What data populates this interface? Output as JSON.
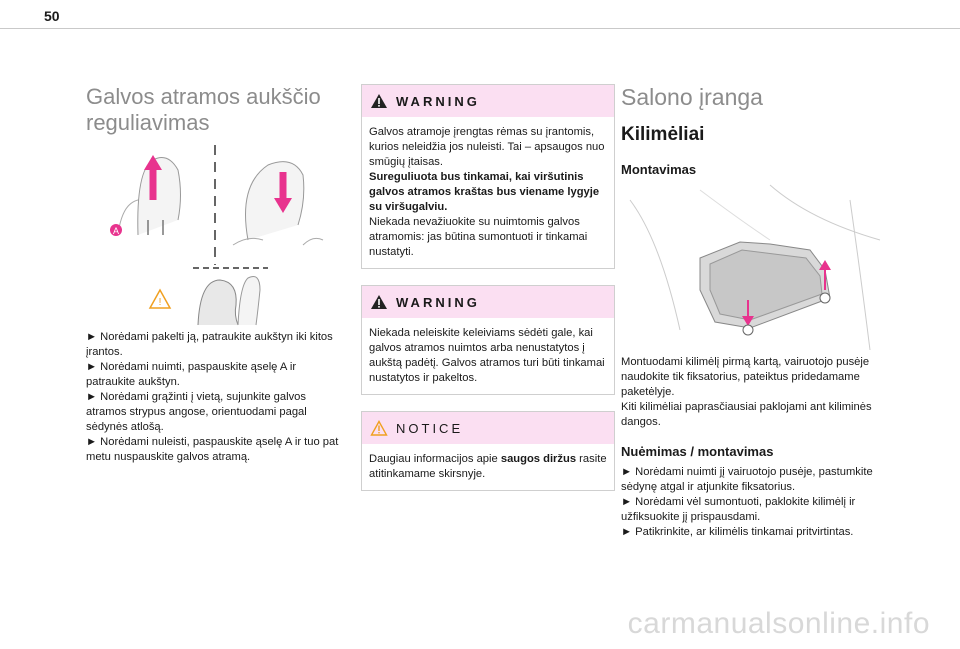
{
  "page_number": "50",
  "col1": {
    "title_line1": "Galvos atramos aukščio",
    "title_line2": "reguliavimas",
    "callout_label": "A",
    "instructions": [
      "► Norėdami pakelti ją, patraukite aukštyn iki kitos įrantos.",
      "► Norėdami nuimti, paspauskite ąselę A ir patraukite aukštyn.",
      "► Norėdami grąžinti į vietą, sujunkite galvos atramos strypus angose, orientuodami pagal sėdynės atlošą.",
      "► Norėdami nuleisti, paspauskite ąselę A ir tuo pat metu nuspauskite galvos atramą."
    ]
  },
  "col2": {
    "warning1": {
      "label": "WARNING",
      "text1": "Galvos atramoje įrengtas rėmas su įrantomis, kurios neleidžia jos nuleisti. Tai – apsaugos nuo smūgių įtaisas.",
      "text2_bold": "Sureguliuota bus tinkamai, kai viršutinis galvos atramos kraštas bus viename lygyje su viršugalviu.",
      "text3": "Niekada nevažiuokite su nuimtomis galvos atramomis: jas būtina sumontuoti ir tinkamai nustatyti."
    },
    "warning2": {
      "label": "WARNING",
      "text": "Niekada neleiskite keleiviams sėdėti gale, kai galvos atramos nuimtos arba nenustatytos į aukštą padėtį. Galvos atramos turi būti tinkamai nustatytos ir pakeltos."
    },
    "notice": {
      "label": "NOTICE",
      "text_pre": "Daugiau informacijos apie ",
      "text_bold": "saugos diržus",
      "text_post": " rasite atitinkamame skirsnyje."
    }
  },
  "col3": {
    "title": "Salono įranga",
    "subtitle": "Kilimėliai",
    "section1_title": "Montavimas",
    "section1_text1": "Montuodami kilimėlį pirmą kartą, vairuotojo pusėje naudokite tik fiksatorius, pateiktus pridedamame paketėlyje.",
    "section1_text2": "Kiti kilimėliai paprasčiausiai paklojami ant kiliminės dangos.",
    "section2_title": "Nuėmimas / montavimas",
    "section2_items": [
      "► Norėdami nuimti jį vairuotojo pusėje, pastumkite sėdynę atgal ir atjunkite fiksatorius.",
      "► Norėdami vėl sumontuoti, paklokite kilimėlį ir užfiksuokite jį prispausdami.",
      "► Patikrinkite, ar kilimėlis tinkamai pritvirtintas."
    ]
  },
  "watermark": "carmanualsonline.info",
  "colors": {
    "accent_pink": "#e8338e",
    "box_header": "#fbdff2",
    "title_grey": "#8c8c8c",
    "warning_orange": "#f0a020"
  }
}
